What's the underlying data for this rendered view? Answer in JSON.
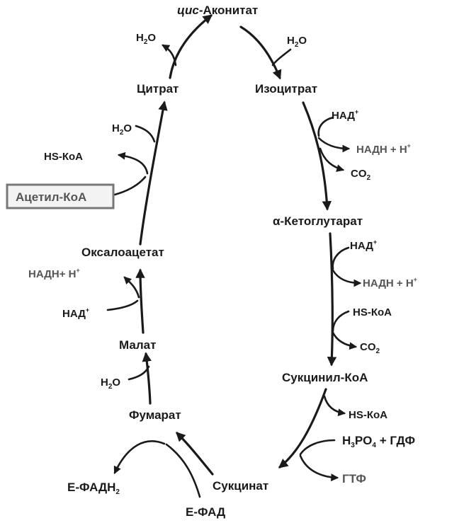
{
  "intermediates": {
    "cis_aconitate_prefix": "цис",
    "cis_aconitate_suffix": "-Аконитат",
    "citrate": "Цитрат",
    "isocitrate": "Изоцитрат",
    "alpha_ketoglutarate": "α-Кетоглутарат",
    "succinyl_coa": "Сукцинил-КоА",
    "succinate": "Сукцинат",
    "fumarate": "Фумарат",
    "malate": "Малат",
    "oxaloacetate": "Оксалоацетат",
    "acetyl_coa": "Ацетил-КоА"
  },
  "cofactors": {
    "h2o": "H2O",
    "nad": "НАД+",
    "nadh": "НАДН + Н+",
    "nadh_left": "НАДН+ Н+",
    "co2": "CO2",
    "hs_coa": "HS-КоА",
    "h3po4_gdp": "H3PO4 + ГДФ",
    "gtp": "ГТФ",
    "e_fad": "Е-ФАД",
    "e_fadh2": "Е-ФАДН2"
  }
}
